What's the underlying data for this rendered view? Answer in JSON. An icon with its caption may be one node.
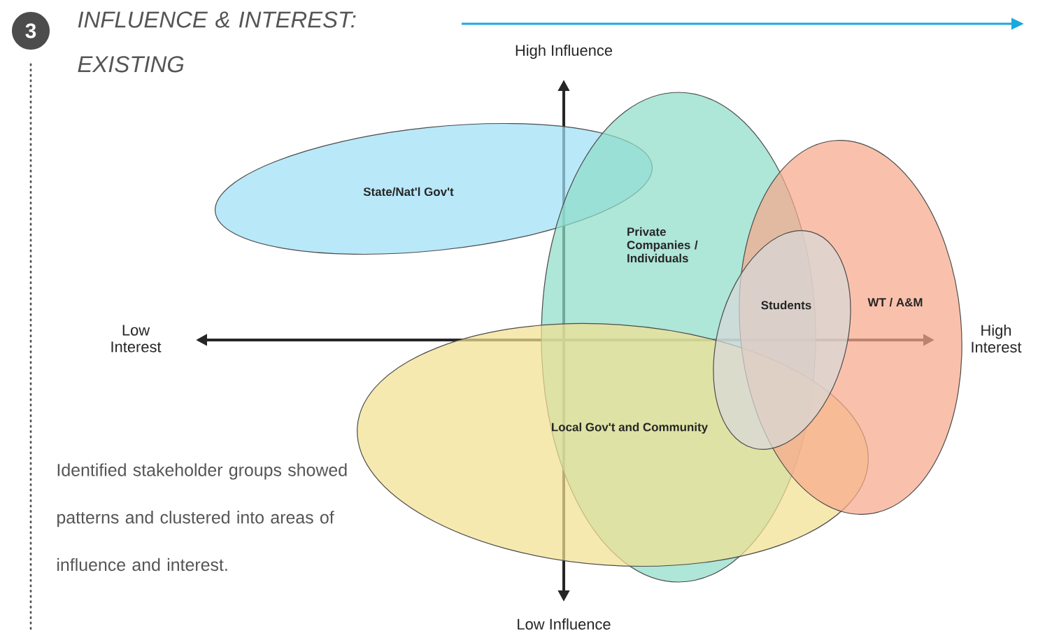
{
  "diagram": {
    "title": "INFLUENCE & INTEREST: EXISTING",
    "nodes": [
      {
        "text": [
          "3"
        ]
      },
      {
        "text": [
          "State/Nat'l Gov't"
        ]
      },
      {
        "text": [
          "Private Companies / Individuals"
        ]
      },
      {
        "text": [
          "WT / A&M"
        ]
      },
      {
        "text": [
          "Local Gov't and Community"
        ]
      },
      {
        "text": [
          "Students"
        ]
      }
    ],
    "labels": [
      "High Influence",
      "Low Interest",
      "High Interest",
      "Low Influence",
      "Identified stakeholder groups showed patterns and clustered into areas of influence and interest."
    ]
  }
}
